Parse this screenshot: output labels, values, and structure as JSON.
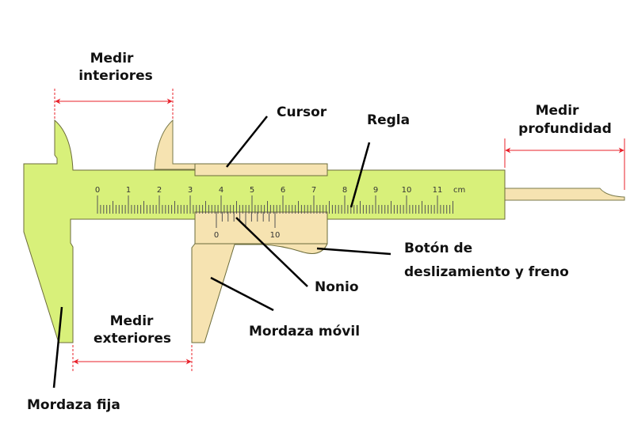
{
  "labels": {
    "medir_interiores": [
      "Medir",
      "interiores"
    ],
    "cursor": "Cursor",
    "regla": "Regla",
    "medir_profundidad": [
      "Medir",
      "profundidad"
    ],
    "boton": [
      "Botón de",
      "deslizamiento y freno"
    ],
    "nonio": "Nonio",
    "mordaza_movil": "Mordaza móvil",
    "medir_exteriores": [
      "Medir",
      "exteriores"
    ],
    "mordaza_fija": "Mordaza fija"
  },
  "scale": {
    "numbers": [
      "0",
      "1",
      "2",
      "3",
      "4",
      "5",
      "6",
      "7",
      "8",
      "9",
      "10",
      "11"
    ],
    "unit": "cm",
    "vernier_numbers": [
      "0",
      "10"
    ]
  },
  "colors": {
    "fixed": "#d8f07a",
    "moving": "#f6e3b1",
    "arrow": "#e8202a",
    "outline": "#6b6b3a"
  }
}
